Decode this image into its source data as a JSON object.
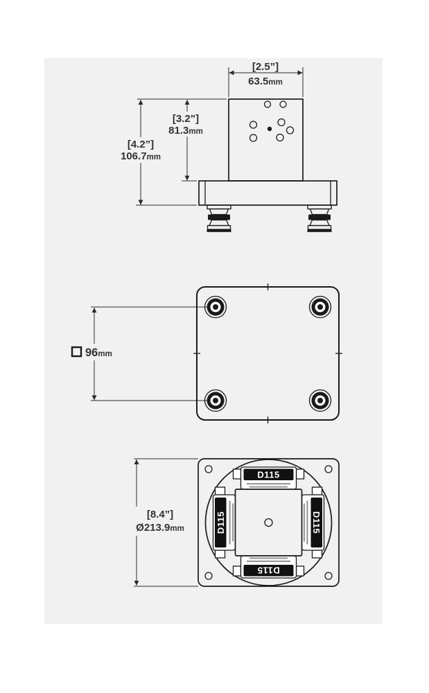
{
  "colors": {
    "page_bg": "#ffffff",
    "panel_bg": "#f1f1f1",
    "line": "#1a1a1a",
    "dim_text": "#333333",
    "module_label_bg": "#111111",
    "module_label_text": "#ffffff"
  },
  "side_view": {
    "width_dim": {
      "imperial": "[2.5”]",
      "metric_value": "63.5",
      "metric_unit": "mm"
    },
    "upper_height_dim": {
      "imperial": "[3.2”]",
      "metric_value": "81.3",
      "metric_unit": "mm"
    },
    "overall_height_dim": {
      "imperial": "[4.2”]",
      "metric_value": "106.7",
      "metric_unit": "mm"
    }
  },
  "plan_view": {
    "square_dim": {
      "metric_value": "96",
      "metric_unit": "mm"
    }
  },
  "bottom_view": {
    "diameter_dim": {
      "imperial": "[8.4”]",
      "metric_value": "Ø213.9",
      "metric_unit": "mm"
    },
    "module_label": "D115"
  }
}
